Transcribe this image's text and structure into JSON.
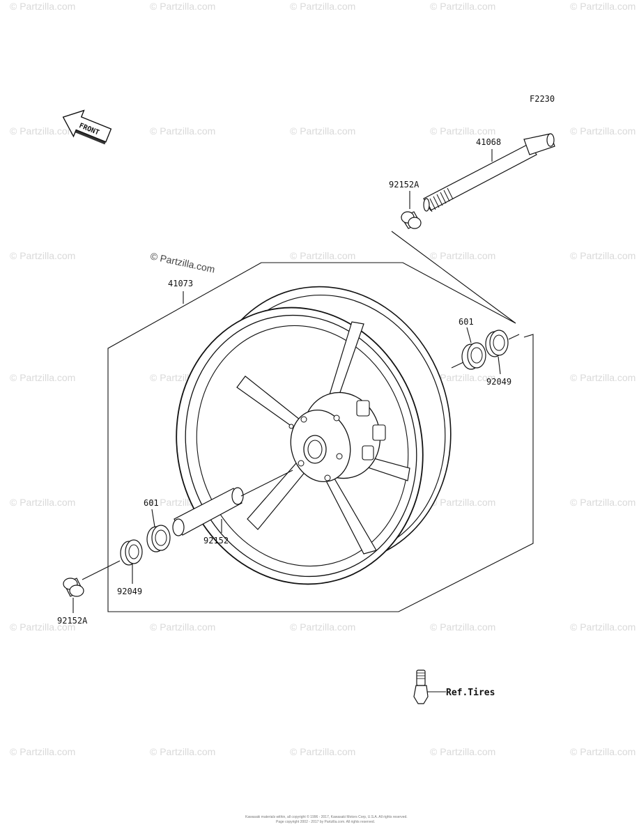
{
  "figure_code": "F2230",
  "front_label": "FRONT",
  "watermark": "© Partzilla.com",
  "watermark_main": "© Partzilla.com",
  "parts": {
    "axle": "41068",
    "collar_top": "92152A",
    "wheel": "41073",
    "bearing_right": "601",
    "seal_right": "92049",
    "bearing_left": "601",
    "spacer": "92152",
    "seal_left": "92049",
    "collar_bottom": "92152A",
    "valve_ref": "Ref.Tires"
  },
  "copyright_line1": "Kawasaki materials within, all copyright © 1996 - 2017, Kawasaki Motors Corp, U.S.A. All rights reserved.",
  "copyright_line2": "Page copyright 2002 - 2017 by Partzilla.com. All rights reserved."
}
